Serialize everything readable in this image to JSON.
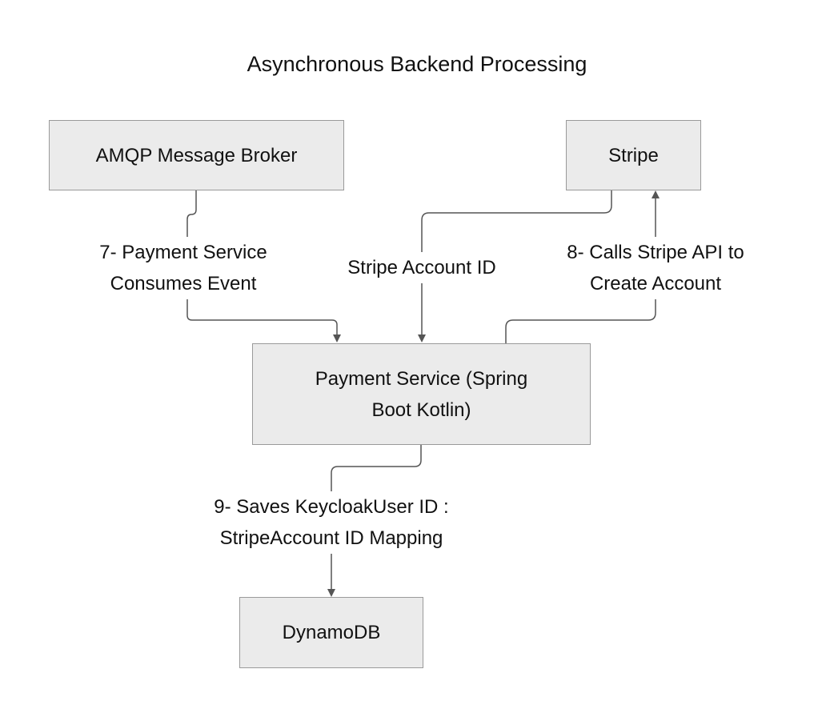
{
  "title": "Asynchronous Backend Processing",
  "nodes": {
    "amqp": "AMQP Message Broker",
    "stripe": "Stripe",
    "payment_line1": "Payment Service (Spring",
    "payment_line2": "Boot Kotlin)",
    "dynamodb": "DynamoDB"
  },
  "edges": {
    "consume_line1": "7- Payment Service",
    "consume_line2": "Consumes Event",
    "stripe_id": "Stripe Account ID",
    "create_line1": "8- Calls Stripe API to",
    "create_line2": "Create Account",
    "save_line1": "9- Saves KeycloakUser ID :",
    "save_line2": "StripeAccount ID Mapping"
  },
  "colors": {
    "node_fill": "#ebebeb",
    "node_border": "#9a9a9a",
    "edge": "#555555"
  }
}
